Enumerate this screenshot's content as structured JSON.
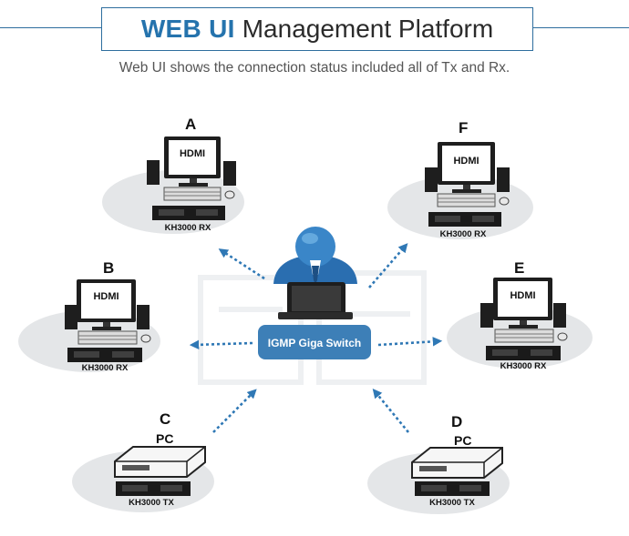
{
  "header": {
    "title_strong": "WEB UI",
    "title_rest": "Management Platform",
    "subtitle": "Web UI shows the connection status included all of Tx and Rx."
  },
  "switch": {
    "label": "IGMP Giga Switch"
  },
  "nodes": [
    {
      "letter": "A",
      "type": "rx",
      "screen": "HDMI",
      "device": "KH3000 RX"
    },
    {
      "letter": "B",
      "type": "rx",
      "screen": "HDMI",
      "device": "KH3000 RX"
    },
    {
      "letter": "C",
      "type": "tx",
      "screen": "PC",
      "device": "KH3000 TX"
    },
    {
      "letter": "D",
      "type": "tx",
      "screen": "PC",
      "device": "KH3000 TX"
    },
    {
      "letter": "E",
      "type": "rx",
      "screen": "HDMI",
      "device": "KH3000 RX"
    },
    {
      "letter": "F",
      "type": "rx",
      "screen": "HDMI",
      "device": "KH3000 RX"
    }
  ],
  "colors": {
    "accent": "#2573ad",
    "arrow": "#2f78b5",
    "switch_box": "#3d7fb7"
  }
}
